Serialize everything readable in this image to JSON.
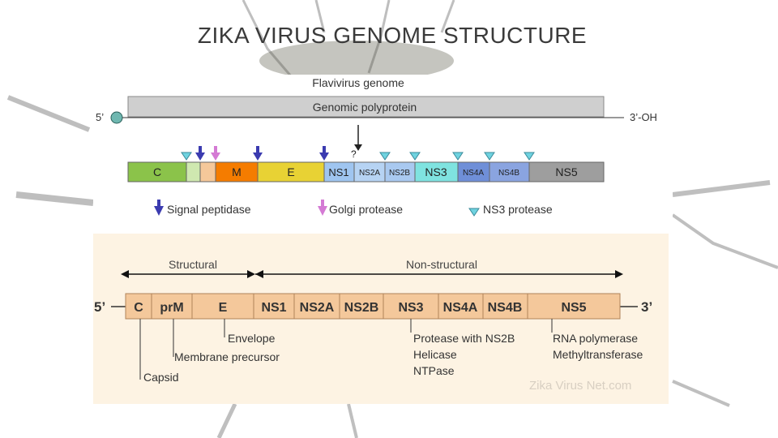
{
  "title": "ZIKA VIRUS GENOME STRUCTURE",
  "top_figure": {
    "heading": "Flavivirus genome",
    "polyprotein_label": "Genomic polyprotein",
    "five_prime": "5’",
    "three_prime": "3’-OH",
    "unknown_cleavage": "?",
    "segments": [
      "C",
      "M",
      "E",
      "NS1",
      "NS2A",
      "NS2B",
      "NS3",
      "NS4A",
      "NS4B",
      "NS5"
    ],
    "legend": {
      "signal": "Signal peptidase",
      "golgi": "Golgi protease",
      "ns3": "NS3 protease"
    },
    "colors": {
      "C": "#8bc34a",
      "M": "#f57c00",
      "E": "#e8d234",
      "NS1": "#9fc5f0",
      "NS3": "#7fe3e0",
      "NS4A": "#6f8fd8",
      "NS5": "#9e9e9e",
      "signal_arrow": "#3b3bb0",
      "golgi_arrow": "#d47ad4",
      "ns3_marker": "#6fd3e0"
    }
  },
  "bottom_figure": {
    "structural": "Structural",
    "non_structural": "Non-structural",
    "five_prime": "5’",
    "three_prime": "3’",
    "segments": [
      "C",
      "prM",
      "E",
      "NS1",
      "NS2A",
      "NS2B",
      "NS3",
      "NS4A",
      "NS4B",
      "NS5"
    ],
    "annotations": {
      "envelope": "Envelope",
      "membrane": "Membrane precursor",
      "capsid": "Capsid",
      "ns3_line1": "Protease with NS2B",
      "ns3_line2": "Helicase",
      "ns3_line3": "NTPase",
      "ns5_line1": "RNA polymerase",
      "ns5_line2": "Methyltransferase"
    },
    "watermark": "Zika Virus Net.com"
  }
}
